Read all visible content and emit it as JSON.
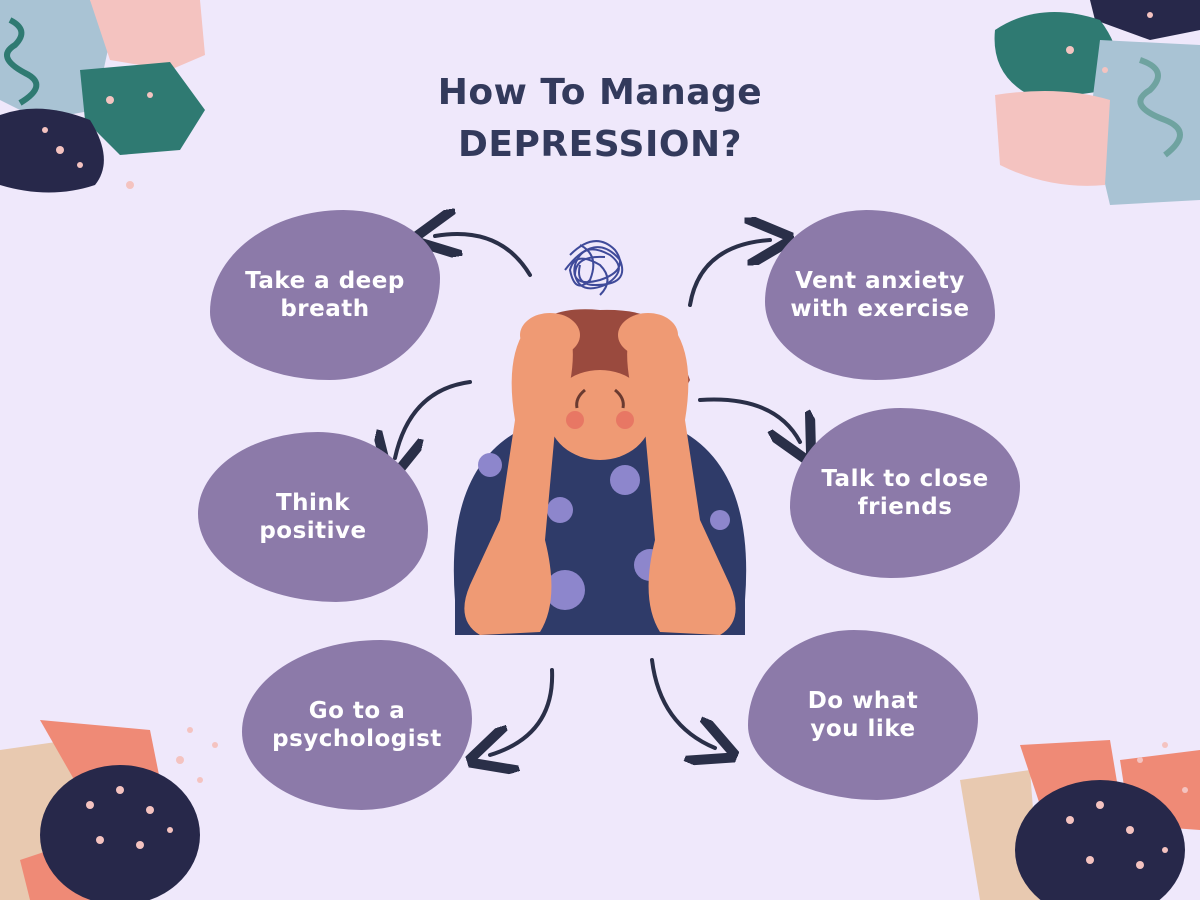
{
  "title": {
    "line1": "How To Manage",
    "line2": "DEPRESSION?"
  },
  "colors": {
    "background": "#efe8fb",
    "title": "#333a5c",
    "blob": "#8c7aa9",
    "blob_text": "#ffffff",
    "arrow": "#2a2f48",
    "navy": "#27284a",
    "teal": "#2f7a72",
    "pink": "#f4c3c0",
    "light_blue": "#a9c3d4",
    "coral": "#ef8a76",
    "beige": "#e8c9b0",
    "skin": "#ef9a74",
    "hair": "#9a4a3e",
    "shirt": "#2f3b69",
    "flower": "#8d86cc"
  },
  "tips": [
    {
      "id": "tl",
      "label": "Take a deep breath"
    },
    {
      "id": "tr",
      "label": "Vent anxiety with exercise"
    },
    {
      "id": "ml",
      "label": "Think positive"
    },
    {
      "id": "mr",
      "label": "Talk to close friends"
    },
    {
      "id": "bl",
      "label": "Go to a psychologist"
    },
    {
      "id": "br",
      "label": "Do what you like"
    }
  ],
  "illustration": {
    "subject": "stressed-person-holding-head-icon",
    "scribble": "tangled-scribble-icon"
  }
}
